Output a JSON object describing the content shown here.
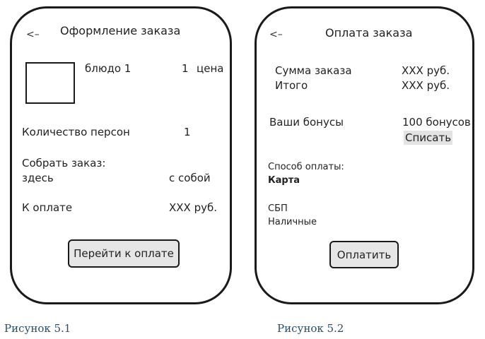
{
  "screen1": {
    "back": "<–",
    "title": "Оформление заказа",
    "dish_name": "блюдо 1",
    "dish_qty": "1",
    "dish_price": "цена",
    "persons_label": "Количество персон",
    "persons_value": "1",
    "pickup_label": "Собрать заказ:",
    "option_here": "здесь",
    "option_takeaway": "с собой",
    "total_label": "К оплате",
    "total_value": "XXX руб.",
    "button_label": "Перейти к оплате"
  },
  "screen2": {
    "back": "<–",
    "title": "Оплата заказа",
    "order_sum_label": "Сумма заказа",
    "order_sum_value": "XXX руб.",
    "grand_total_label": "Итого",
    "grand_total_value": "XXX руб.",
    "bonus_label": "Ваши бонусы",
    "bonus_value": "100 бонусов",
    "bonus_writeoff": "Списать",
    "payment_method_label": "Способ оплаты:",
    "method_card": "Карта",
    "method_sbp": "СБП",
    "method_cash": "Наличные",
    "pay_button": "Оплатить"
  },
  "captions": {
    "fig1": "Рисунок 5.1",
    "fig2": "Рисунок 5.2"
  }
}
